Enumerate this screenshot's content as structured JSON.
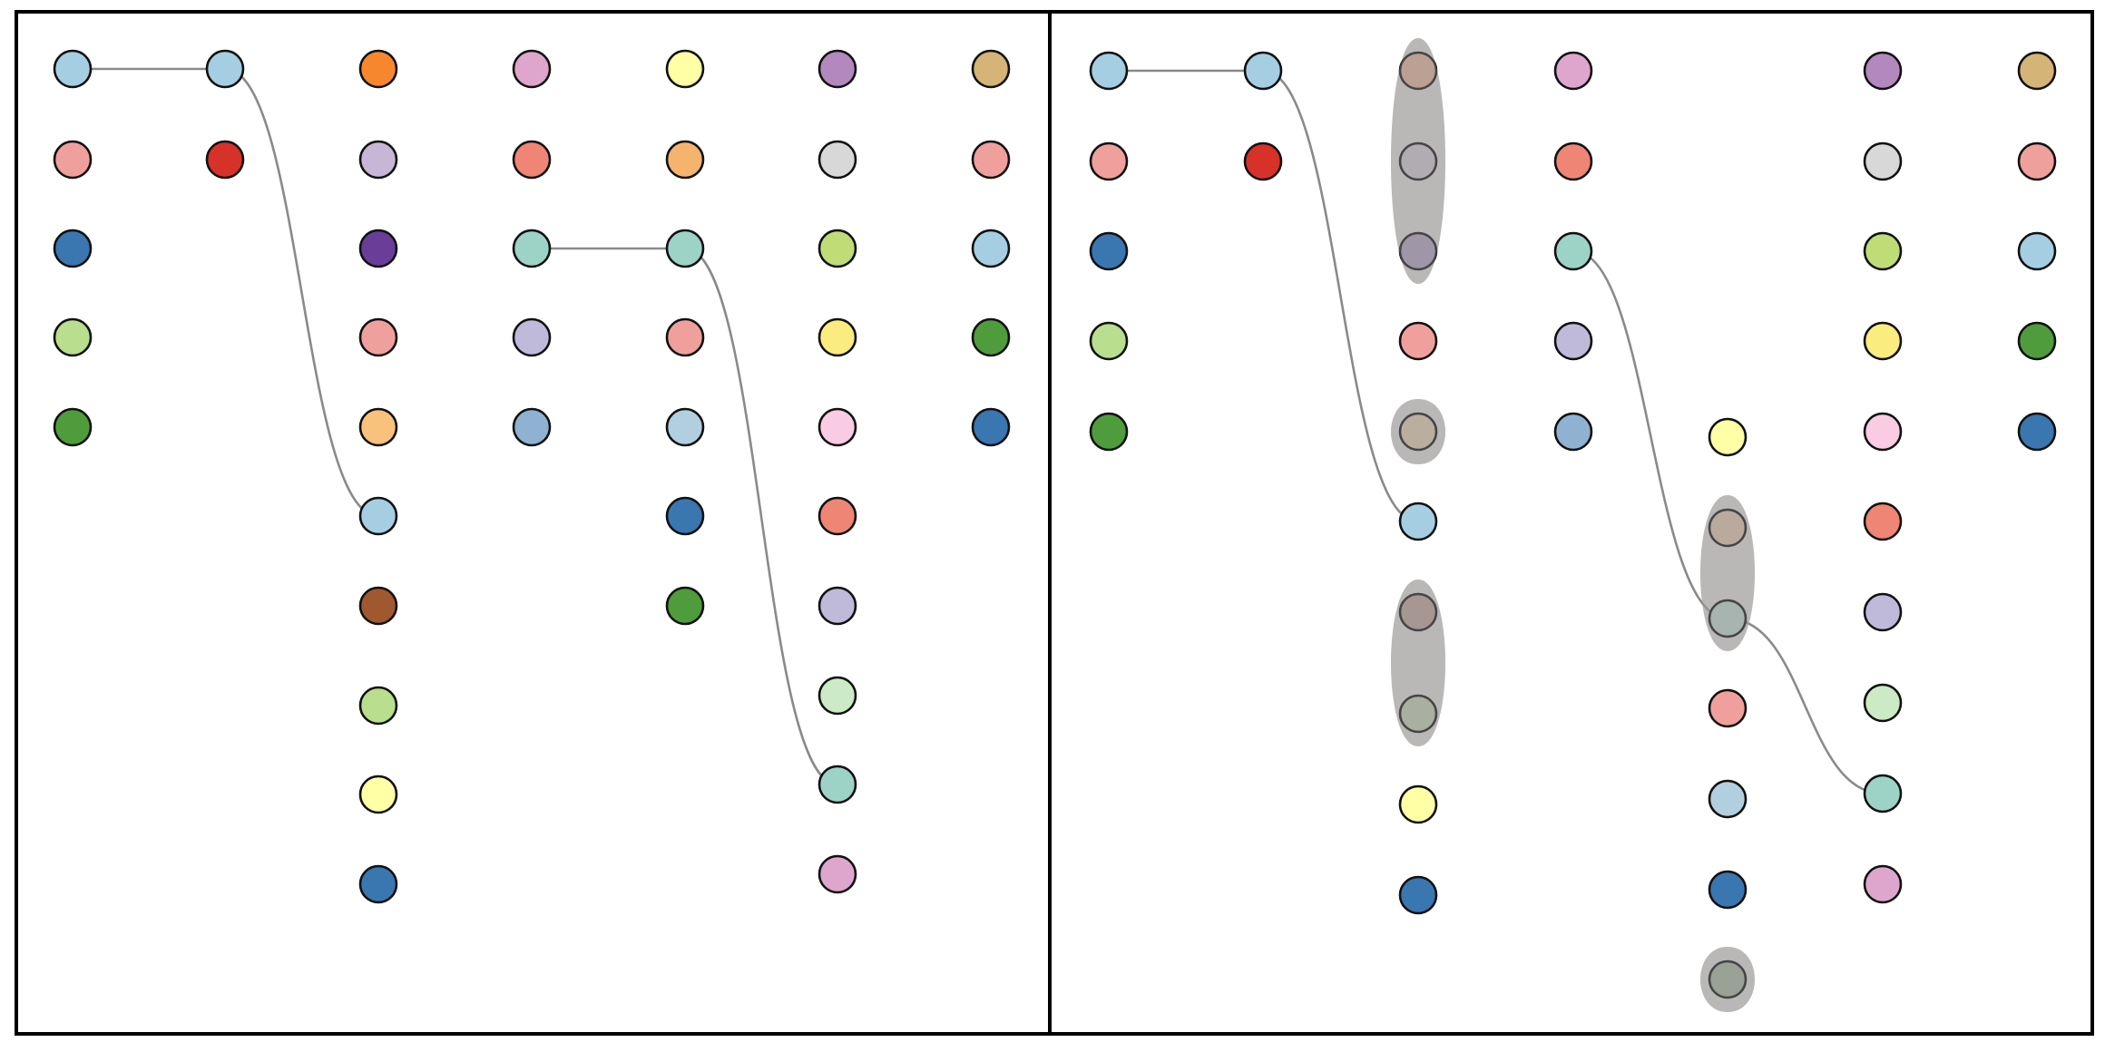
{
  "colors": {
    "frame": "#000000",
    "edge": "#8a8a8a",
    "halo": "#a9a5a5",
    "node_stroke": "#111111",
    "background": "#ffffff"
  },
  "panels": [
    {
      "name": "left",
      "columns": [
        [
          "#a6cee3",
          "#f0a09c",
          "#3a76b0",
          "#b8de8e",
          "#4f9c3c"
        ],
        [
          "#a6cee3",
          "#d7322a"
        ],
        [
          "#f7872f",
          "#c7b6d6",
          "#6a3d99",
          "#f0a09c",
          "#f8c27c",
          "#a6cee3",
          "#a0582f",
          "#b8de8e",
          "#ffffa6",
          "#3a76b0"
        ],
        [
          "#dea6cd",
          "#ef8574",
          "#9dd3c7",
          "#bfbada",
          "#8fb2d3"
        ],
        [
          "#ffffa6",
          "#f4b46e",
          "#9dd3c7",
          "#f0a09c",
          "#b2cfe0",
          "#3a76b0",
          "#4f9c3c"
        ],
        [
          "#b388be",
          "#d8d8d8",
          "#c0dc77",
          "#fbec7f",
          "#f9cce3",
          "#ef8574",
          "#bfbada",
          "#cbeac5",
          "#9dd3c7",
          "#dea6cd"
        ],
        [
          "#d4b477",
          "#f0a09c",
          "#a6cee3",
          "#4f9c3c",
          "#3a76b0"
        ]
      ],
      "links": [
        {
          "from": [
            0,
            0
          ],
          "to": [
            1,
            0
          ]
        },
        {
          "from": [
            1,
            0
          ],
          "to": [
            2,
            5
          ]
        },
        {
          "from": [
            3,
            2
          ],
          "to": [
            4,
            2
          ]
        },
        {
          "from": [
            4,
            2
          ],
          "to": [
            5,
            8
          ]
        }
      ],
      "groups": []
    },
    {
      "name": "right",
      "columns": [
        [
          "#a6cee3",
          "#f0a09c",
          "#3a76b0",
          "#b8de8e",
          "#4f9c3c"
        ],
        [
          "#a6cee3",
          "#d7322a"
        ],
        [
          "#c79d8a",
          "#b5b0b8",
          "#9a8fa8",
          "#f0a09c",
          "#c4b49c",
          "#a6cee3",
          "#a59089",
          "#aab49e",
          "#ffffa6",
          "#3a76b0"
        ],
        [
          "#dea6cd",
          "#ef8574",
          "#9dd3c7",
          "#bfbada",
          "#8fb2d3"
        ],
        [
          "#ffffa6",
          "#c4ab98",
          "#a6bcb6",
          "#f0a09c",
          "#b2cfe0",
          "#3a76b0",
          "#929f8c"
        ],
        [
          "#b388be",
          "#d8d8d8",
          "#c0dc77",
          "#fbec7f",
          "#f9cce3",
          "#ef8574",
          "#bfbada",
          "#cbeac5",
          "#9dd3c7",
          "#dea6cd"
        ],
        [
          "#d4b477",
          "#f0a09c",
          "#a6cee3",
          "#4f9c3c",
          "#3a76b0"
        ]
      ],
      "links": [
        {
          "from": [
            0,
            0
          ],
          "to": [
            1,
            0
          ]
        },
        {
          "from": [
            1,
            0
          ],
          "to": [
            2,
            5
          ]
        },
        {
          "from": [
            3,
            2
          ],
          "to": [
            4,
            2
          ]
        },
        {
          "from": [
            4,
            2
          ],
          "to": [
            5,
            8
          ]
        }
      ],
      "groups": [
        {
          "column": 2,
          "nodes": [
            0,
            1,
            2
          ]
        },
        {
          "column": 2,
          "nodes": [
            4
          ]
        },
        {
          "column": 2,
          "nodes": [
            6,
            7
          ]
        },
        {
          "column": 4,
          "nodes": [
            1,
            2
          ]
        },
        {
          "column": 4,
          "nodes": [
            6
          ]
        }
      ]
    }
  ]
}
